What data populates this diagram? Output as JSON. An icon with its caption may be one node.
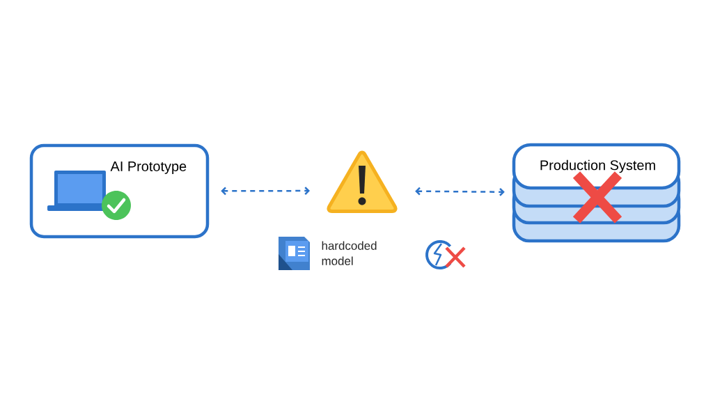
{
  "diagram": {
    "nodes": [
      {
        "text": [
          "AI Prototype"
        ]
      },
      {
        "text": [],
        "shape": "triangle"
      },
      {
        "text": [
          "Production System"
        ]
      }
    ],
    "edges": [
      {
        "from": 0,
        "to": 1,
        "arrow": "both",
        "style": "dashed"
      },
      {
        "from": 1,
        "to": 2,
        "arrow": "both",
        "style": "dashed"
      }
    ],
    "labels": [
      "hardcoded model"
    ]
  }
}
